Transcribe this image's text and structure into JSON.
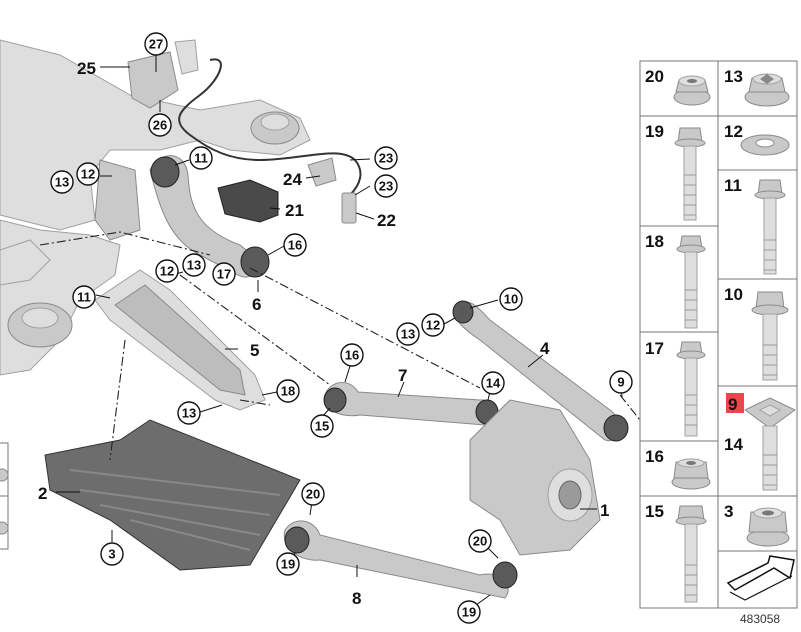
{
  "reference_number": "483058",
  "callouts_circled": [
    {
      "id": "c27",
      "label": "27"
    },
    {
      "id": "c26",
      "label": "26"
    },
    {
      "id": "c11a",
      "label": "11"
    },
    {
      "id": "c12a",
      "label": "12"
    },
    {
      "id": "c13a",
      "label": "13"
    },
    {
      "id": "c23a",
      "label": "23"
    },
    {
      "id": "c23b",
      "label": "23"
    },
    {
      "id": "c16a",
      "label": "16"
    },
    {
      "id": "c17",
      "label": "17"
    },
    {
      "id": "c12b",
      "label": "12"
    },
    {
      "id": "c13b",
      "label": "13"
    },
    {
      "id": "c11b",
      "label": "11"
    },
    {
      "id": "c10",
      "label": "10"
    },
    {
      "id": "c13c",
      "label": "13"
    },
    {
      "id": "c12c",
      "label": "12"
    },
    {
      "id": "c16b",
      "label": "16"
    },
    {
      "id": "c9",
      "label": "9"
    },
    {
      "id": "c14",
      "label": "14"
    },
    {
      "id": "c15",
      "label": "15"
    },
    {
      "id": "c18",
      "label": "18"
    },
    {
      "id": "c13d",
      "label": "13"
    },
    {
      "id": "c3",
      "label": "3"
    },
    {
      "id": "c20a",
      "label": "20"
    },
    {
      "id": "c20b",
      "label": "20"
    },
    {
      "id": "c19a",
      "label": "19"
    },
    {
      "id": "c19b",
      "label": "19"
    }
  ],
  "callouts_plain": [
    {
      "id": "p25",
      "label": "25"
    },
    {
      "id": "p24",
      "label": "24"
    },
    {
      "id": "p21",
      "label": "21"
    },
    {
      "id": "p22",
      "label": "22"
    },
    {
      "id": "p6",
      "label": "6"
    },
    {
      "id": "p5",
      "label": "5"
    },
    {
      "id": "p4",
      "label": "4"
    },
    {
      "id": "p7",
      "label": "7"
    },
    {
      "id": "p1",
      "label": "1"
    },
    {
      "id": "p2",
      "label": "2"
    },
    {
      "id": "p8",
      "label": "8"
    }
  ],
  "parts_grid": [
    {
      "id": "g20",
      "label": "20",
      "kind": "flange-nut"
    },
    {
      "id": "g13",
      "label": "13",
      "kind": "flange-nut-star"
    },
    {
      "id": "g19",
      "label": "19",
      "kind": "bolt-long"
    },
    {
      "id": "g12",
      "label": "12",
      "kind": "washer"
    },
    {
      "id": "g11",
      "label": "11",
      "kind": "bolt-long"
    },
    {
      "id": "g18",
      "label": "18",
      "kind": "bolt-medium"
    },
    {
      "id": "g10",
      "label": "10",
      "kind": "bolt-short"
    },
    {
      "id": "g17",
      "label": "17",
      "kind": "bolt-medium"
    },
    {
      "id": "g9",
      "label": "9",
      "kind": "highlighted-eccentric",
      "highlight": "#e8474b"
    },
    {
      "id": "g14",
      "label": "14",
      "kind": "eccentric-bolt"
    },
    {
      "id": "g16",
      "label": "16",
      "kind": "hex-nut"
    },
    {
      "id": "g15",
      "label": "15",
      "kind": "bolt-long"
    },
    {
      "id": "g3",
      "label": "3",
      "kind": "hex-nut"
    }
  ]
}
